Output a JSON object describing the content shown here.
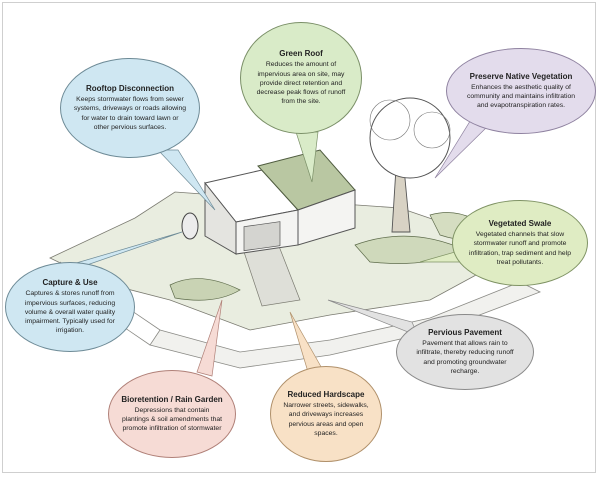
{
  "callouts": {
    "rooftop": {
      "title": "Rooftop Disconnection",
      "text": "Keeps stormwater flows from sewer systems, driveways or roads allowing for water to drain toward lawn or other pervious surfaces.",
      "color": "#cfe7f2"
    },
    "green_roof": {
      "title": "Green Roof",
      "text": "Reduces the amount of impervious area on site, may provide direct retention and decrease peak flows of runoff from the site.",
      "color": "#d9ebc8"
    },
    "native_vegetation": {
      "title": "Preserve Native Vegetation",
      "text": "Enhances the aesthetic quality of community and maintains infiltration and evapotranspiration rates.",
      "color": "#e3dcec"
    },
    "vegetated_swale": {
      "title": "Vegetated Swale",
      "text": "Vegetated channels that slow stormwater runoff and promote infiltration, trap sediment and help treat pollutants.",
      "color": "#dfecc3"
    },
    "capture_use": {
      "title": "Capture & Use",
      "text": "Captures & stores runoff from impervious surfaces, reducing volume & overall water quality impairment. Typically used for irrigation.",
      "color": "#cfe7f2"
    },
    "pervious_pavement": {
      "title": "Pervious Pavement",
      "text": "Pavement that allows rain to infiltrate, thereby reducing runoff and promoting groundwater recharge.",
      "color": "#e2e2e2"
    },
    "bioretention": {
      "title": "Bioretention / Rain Garden",
      "text": "Depressions that contain plantings & soil amendments that promote infiltration of stormwater",
      "color": "#f6dbd5"
    },
    "reduced_hardscape": {
      "title": "Reduced Hardscape",
      "text": "Narrower streets, sidewalks, and driveways increases pervious areas and open spaces.",
      "color": "#f8e1c6"
    }
  }
}
